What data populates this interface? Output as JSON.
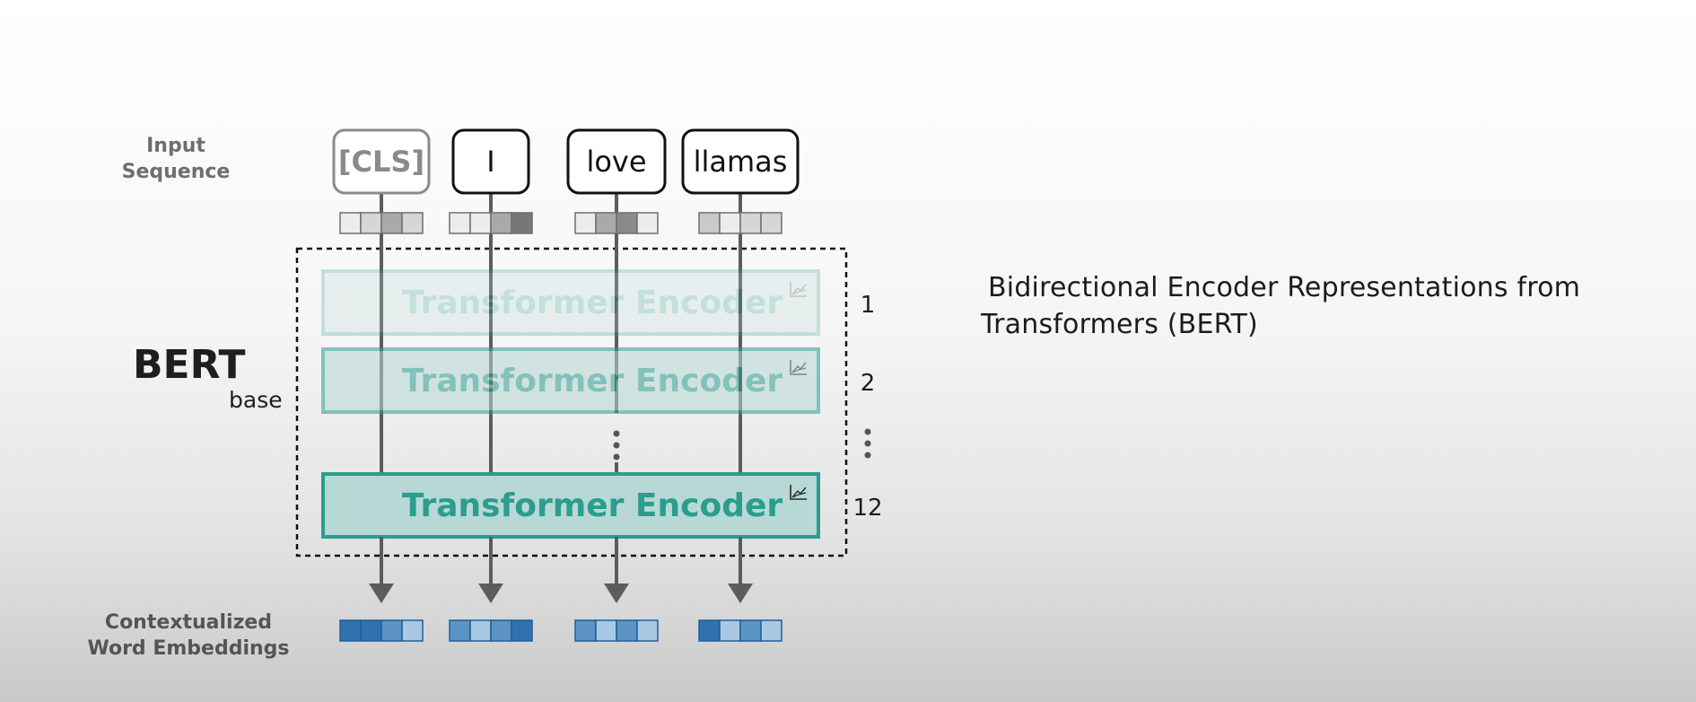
{
  "labels": {
    "input_sequence_line1": "Input",
    "input_sequence_line2": "Sequence",
    "output_line1": "Contextualized",
    "output_line2": "Word Embeddings",
    "model_name": "BERT",
    "model_variant": "base",
    "ellipsis_vertical": "⋮"
  },
  "tokens": [
    "[CLS]",
    "I",
    "love",
    "llamas"
  ],
  "encoder": {
    "label": "Transformer Encoder",
    "layers": [
      {
        "index_label": "1",
        "opacity": 0.25
      },
      {
        "index_label": "2",
        "opacity": 0.55
      },
      {
        "index_label": "12",
        "opacity": 1.0
      }
    ]
  },
  "input_embeddings": [
    [
      "#ececec",
      "#d6d6d6",
      "#a9a9a9",
      "#d6d6d6"
    ],
    [
      "#ececec",
      "#ececec",
      "#a9a9a9",
      "#777777"
    ],
    [
      "#ececec",
      "#a9a9a9",
      "#8a8a8a",
      "#ececec"
    ],
    [
      "#c9c9c9",
      "#ececec",
      "#d6d6d6",
      "#d6d6d6"
    ]
  ],
  "output_embeddings": [
    [
      "#2f72ad",
      "#2f72ad",
      "#5a93c4",
      "#a9c8e4"
    ],
    [
      "#5a93c4",
      "#a9c8e4",
      "#5a93c4",
      "#2f72ad"
    ],
    [
      "#5a93c4",
      "#a9c8e4",
      "#5a93c4",
      "#a9c8e4"
    ],
    [
      "#2f72ad",
      "#a9c8e4",
      "#5a93c4",
      "#a9c8e4"
    ]
  ],
  "caption": {
    "line1": "Bidirectional Encoder Representations from",
    "line2": "Transformers (BERT)"
  },
  "colors": {
    "teal": "#2a9d8f",
    "teal_fill": "#b7d8d4",
    "arrow": "#5c5c5c",
    "token_border": "#111111",
    "cls_border": "#8a8a8a",
    "embed_blue_border": "#1f5f99"
  },
  "icons": [
    "chart-icon"
  ]
}
